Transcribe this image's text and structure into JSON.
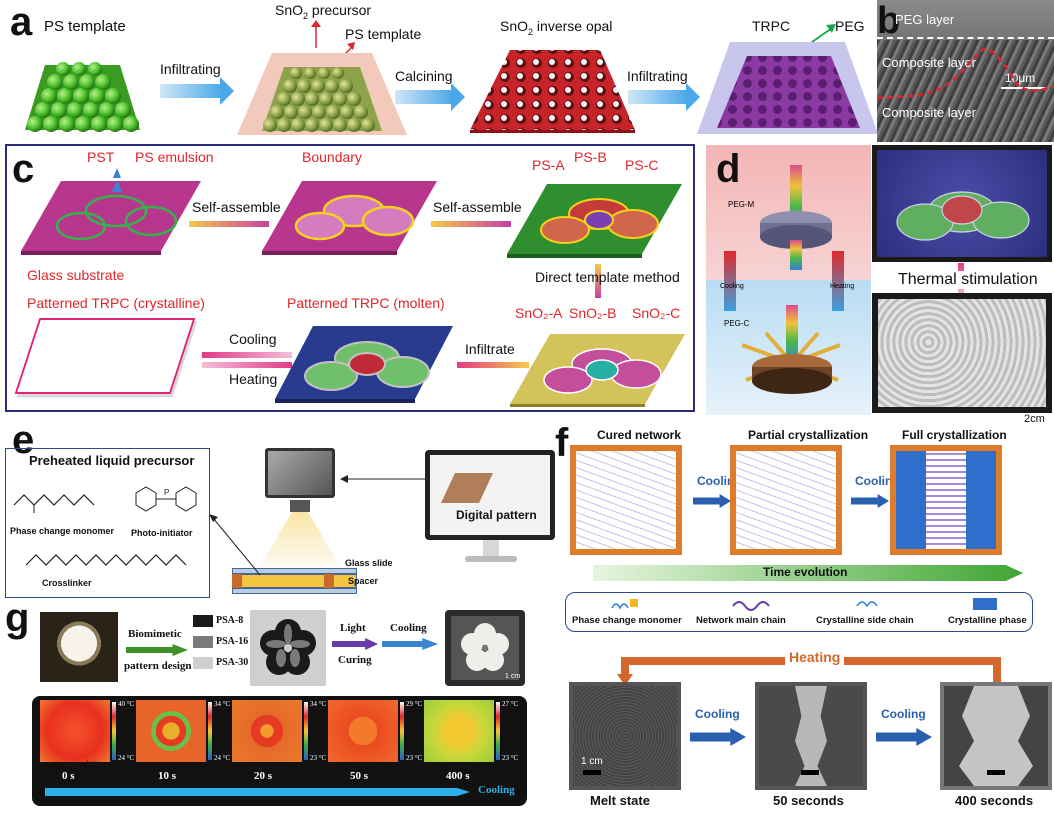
{
  "panel_a": {
    "letter": "a",
    "ps_template": "PS template",
    "sno2_precursor_pre": "SnO",
    "sno2_precursor_sub": "2",
    "sno2_precursor_post": " precursor",
    "ps_template2": "PS template",
    "infiltrating1": "Infiltrating",
    "calcining": "Calcining",
    "inverse_pre": "SnO",
    "inverse_sub": "2",
    "inverse_post": " inverse opal",
    "infiltrating2": "Infiltrating",
    "trpc": "TRPC",
    "peg": "PEG"
  },
  "panel_b": {
    "letter": "b",
    "peg_layer": "PEG layer",
    "composite1": "Composite  layer",
    "composite2": "Composite  layer",
    "scale": "10μm"
  },
  "panel_c": {
    "letter": "c",
    "pst": "PST",
    "ps_emulsion": "PS emulsion",
    "boundary": "Boundary",
    "ps_a": "PS-A",
    "ps_b": "PS-B",
    "ps_c": "PS-C",
    "glass_substrate": "Glass substrate",
    "self_assemble1": "Self-assemble",
    "self_assemble2": "Self-assemble",
    "direct_template": "Direct template method",
    "sno2_a": "SnO₂-A",
    "sno2_b": "SnO₂-B",
    "sno2_c": "SnO₂-C",
    "patterned_crystalline": "Patterned TRPC (crystalline)",
    "patterned_molten": "Patterned TRPC (molten)",
    "cooling": "Cooling",
    "heating": "Heating",
    "infiltrate": "Infiltrate"
  },
  "panel_d": {
    "letter": "d",
    "peg_m": "PEG-M",
    "peg_c": "PEG-C",
    "cooling": "Cooling",
    "heating": "Heating",
    "thermal": "Thermal stimulation",
    "scale": "2cm"
  },
  "panel_e": {
    "letter": "e",
    "title": "Preheated liquid precursor",
    "phase_change": "Phase change monomer",
    "photo_initiator": "Photo-initiator",
    "crosslinker": "Crosslinker",
    "glass_slide": "Glass slide",
    "spacer": "Spacer",
    "digital_pattern": "Digital pattern"
  },
  "panel_f": {
    "letter": "f",
    "cured": "Cured network",
    "partial": "Partial crystallization",
    "full": "Full crystallization",
    "cooling1": "Cooling",
    "cooling2": "Cooling",
    "time_evolution": "Time evolution",
    "legend": [
      "Phase change monomer",
      "Network main chain",
      "Crystalline side chain",
      "Crystalline phase"
    ],
    "heating": "Heating",
    "cooling3": "Cooling",
    "cooling4": "Cooling",
    "melt": "Melt state",
    "s50": "50 seconds",
    "s400": "400 seconds",
    "scale": "1 cm"
  },
  "panel_g": {
    "letter": "g",
    "biomimetic1": "Biomimetic",
    "biomimetic2": "pattern design",
    "psa8": "PSA-8",
    "psa16": "PSA-16",
    "psa30": "PSA-30",
    "light": "Light",
    "curing": "Curing",
    "cooling": "Cooling",
    "scale_top": "1 cm",
    "thermal": [
      {
        "time": "0 s",
        "max": "40 °C",
        "min": "24 °C"
      },
      {
        "time": "10 s",
        "max": "34 °C",
        "min": "24 °C"
      },
      {
        "time": "20 s",
        "max": "34 °C",
        "min": "23 °C"
      },
      {
        "time": "50 s",
        "max": "29 °C",
        "min": "23 °C"
      },
      {
        "time": "400 s",
        "max": "27 °C",
        "min": "23 °C"
      }
    ],
    "scale_bottom": "1 cm",
    "cooling_bottom": "Cooling"
  }
}
